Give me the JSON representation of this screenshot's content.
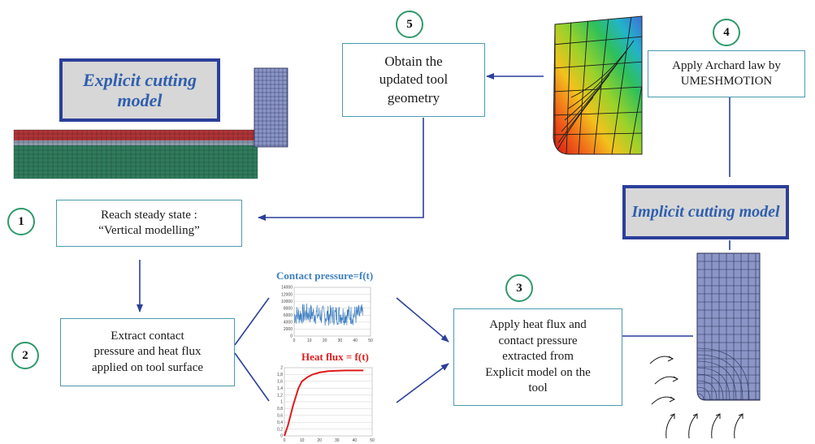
{
  "steps": {
    "s1": {
      "number": "1",
      "text_line1": "Reach steady state :",
      "text_line2": "“Vertical modelling”"
    },
    "s2": {
      "number": "2",
      "text_line1": "Extract contact",
      "text_line2": "pressure and heat flux",
      "text_line3": "applied on tool surface"
    },
    "s3": {
      "number": "3",
      "text_line1": "Apply heat flux and",
      "text_line2": "contact pressure",
      "text_line3": "extracted from",
      "text_line4": "Explicit model on the",
      "text_line5": "tool"
    },
    "s4": {
      "number": "4",
      "text_line1": "Apply Archard law by",
      "text_line2": "UMESHMOTION"
    },
    "s5": {
      "number": "5",
      "text_line1": "Obtain the",
      "text_line2": "updated tool",
      "text_line3": "geometry"
    }
  },
  "labels": {
    "explicit_line1": "Explicit cutting",
    "explicit_line2": "model",
    "implicit_line1": "Implicit cutting",
    "implicit_line2": "model"
  },
  "colors": {
    "arrow": "#2c3f9a",
    "box_border": "#4a9bb0",
    "circle_border": "#2f9a6a",
    "model_label_text": "#2f5fae",
    "pressure_series": "#3f7fc0",
    "heat_series": "#e01b1b"
  },
  "chart_data": [
    {
      "type": "line",
      "title": "Contact pressure=f(t)",
      "x": [
        0,
        10,
        20,
        30,
        40,
        45
      ],
      "xticks": [
        "0",
        "10",
        "20",
        "30",
        "40",
        "50"
      ],
      "yticks": [
        "0",
        "2000",
        "4000",
        "6000",
        "8000",
        "10000",
        "12000",
        "14000"
      ],
      "xlim": [
        0,
        50
      ],
      "ylim": [
        0,
        14000
      ],
      "series": [
        {
          "values": [
            6000,
            6500,
            5800,
            6200,
            6000,
            6300
          ]
        }
      ]
    },
    {
      "type": "line",
      "title": "Heat flux = f(t)",
      "x": [
        0,
        2,
        5,
        8,
        10,
        13,
        16,
        20,
        25,
        30,
        35,
        40,
        45
      ],
      "xticks": [
        "0",
        "10",
        "20",
        "30",
        "40",
        "50"
      ],
      "yticks": [
        "0",
        "0,2",
        "0,4",
        "0,6",
        "0,8",
        "1",
        "1,2",
        "1,4",
        "1,6",
        "1,8",
        "2"
      ],
      "xlim": [
        0,
        50
      ],
      "ylim": [
        0,
        2
      ],
      "series": [
        {
          "values": [
            0,
            0.3,
            0.9,
            1.4,
            1.6,
            1.72,
            1.8,
            1.86,
            1.9,
            1.91,
            1.92,
            1.92,
            1.92
          ]
        }
      ]
    }
  ]
}
